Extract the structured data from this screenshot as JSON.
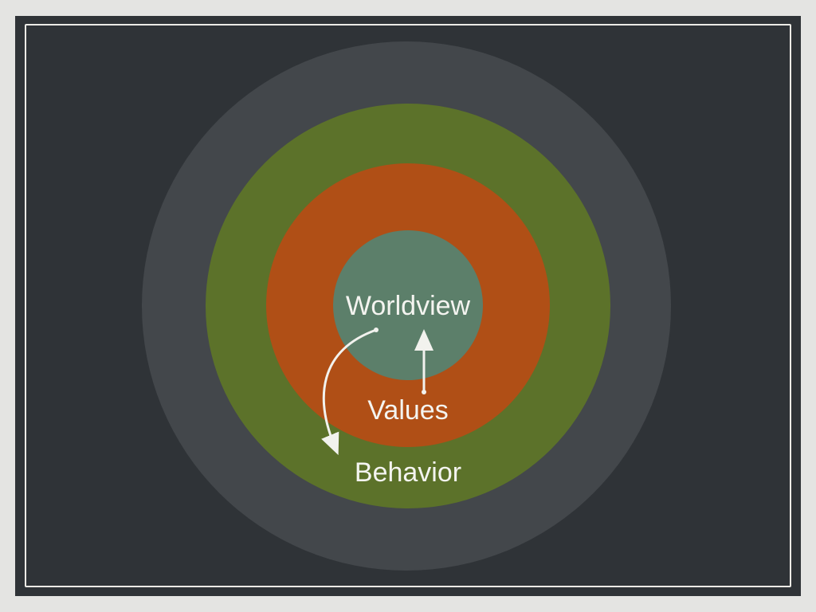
{
  "diagram": {
    "layers": [
      {
        "id": "outer",
        "color": "#43474b"
      },
      {
        "id": "behavior",
        "label": "Behavior",
        "color": "#5c722a"
      },
      {
        "id": "values",
        "label": "Values",
        "color": "#b04f16"
      },
      {
        "id": "worldview",
        "label": "Worldview",
        "color": "#5c7f6a"
      }
    ],
    "arrows": [
      {
        "from": "worldview",
        "to": "behavior"
      },
      {
        "from": "values",
        "to": "worldview"
      }
    ]
  }
}
